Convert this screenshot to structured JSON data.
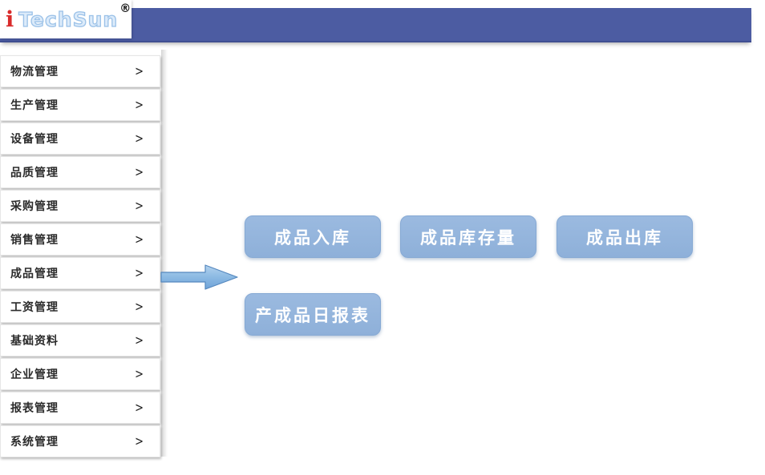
{
  "header": {
    "logo": {
      "prefix": "i",
      "brand": "TechSun",
      "registered": "®"
    }
  },
  "sidebar": {
    "chevron": ">",
    "items": [
      {
        "label": "物流管理"
      },
      {
        "label": "生产管理"
      },
      {
        "label": "设备管理"
      },
      {
        "label": "品质管理"
      },
      {
        "label": "采购管理"
      },
      {
        "label": "销售管理"
      },
      {
        "label": "成品管理"
      },
      {
        "label": "工资管理"
      },
      {
        "label": "基础资料"
      },
      {
        "label": "企业管理"
      },
      {
        "label": "报表管理"
      },
      {
        "label": "系统管理"
      }
    ]
  },
  "main": {
    "buttons": [
      {
        "label": "成品入库"
      },
      {
        "label": "成品库存量"
      },
      {
        "label": "成品出库"
      },
      {
        "label": "产成品日报表"
      }
    ]
  },
  "icons": {
    "arrow": "right-block-arrow"
  },
  "colors": {
    "header_bar": "#4C5CA2",
    "button_blue": "#93B4DC",
    "logo_red": "#D92B2B",
    "logo_outline_blue": "#9CC2E8",
    "arrow_fill_light": "#B3D2EE",
    "arrow_fill_dark": "#6FA3D8"
  }
}
